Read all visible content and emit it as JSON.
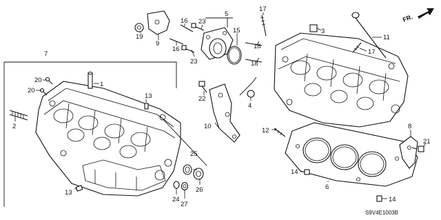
{
  "callouts": {
    "c1": "1",
    "c2": "2",
    "c3": "3",
    "c4": "4",
    "c5": "5",
    "c6": "6",
    "c7": "7",
    "c8": "8",
    "c9": "9",
    "c10": "10",
    "c11": "11",
    "c12": "12",
    "c13a": "13",
    "c13b": "13",
    "c14a": "14",
    "c14b": "14",
    "c15": "15",
    "c16a": "16",
    "c16b": "16",
    "c17a": "17",
    "c17b": "17",
    "c18a": "18",
    "c18b": "18",
    "c19": "19",
    "c20a": "20",
    "c20b": "20",
    "c21": "21",
    "c22": "22",
    "c23a": "23",
    "c23b": "23",
    "c24": "24",
    "c25": "25",
    "c26": "26",
    "c27": "27"
  },
  "direction_label": "FR.",
  "diagram_code": "S9V4E1003B"
}
